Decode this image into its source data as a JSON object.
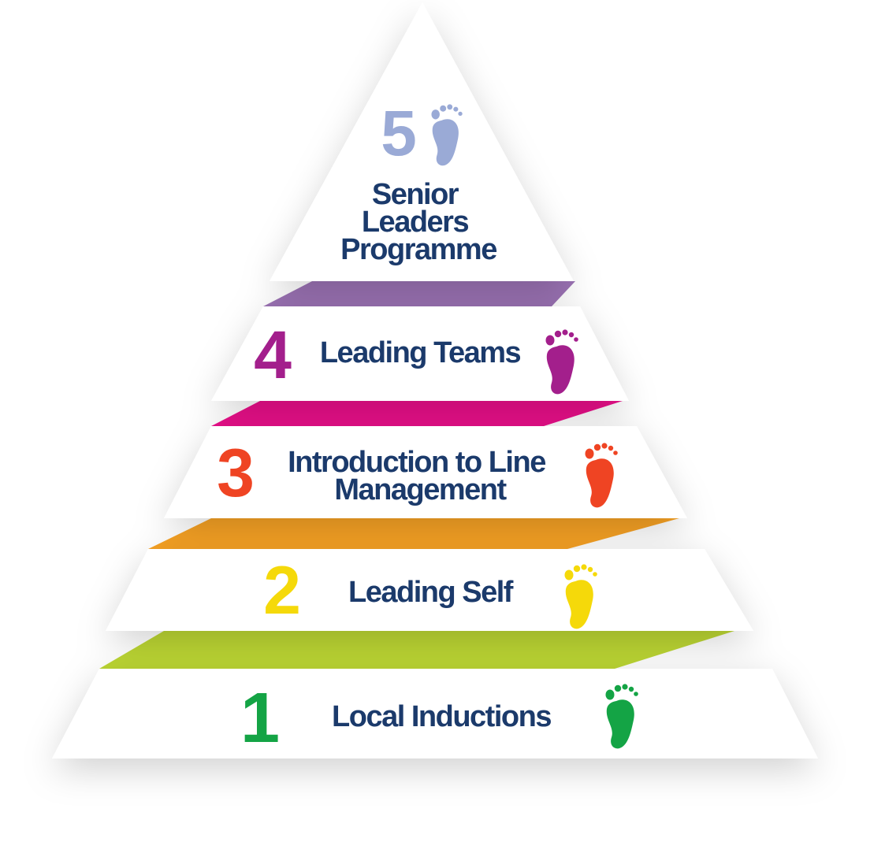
{
  "levels": [
    {
      "number": "5",
      "label_lines": [
        "Senior",
        "Leaders",
        "Programme"
      ],
      "color": "#9aaad6",
      "icon": "footprint-icon"
    },
    {
      "number": "4",
      "label_lines": [
        "Leading Teams"
      ],
      "color": "#a31f8c",
      "icon": "footprint-icon"
    },
    {
      "number": "3",
      "label_lines": [
        "Introduction to Line",
        "Management"
      ],
      "color": "#ef4423",
      "icon": "footprint-icon"
    },
    {
      "number": "2",
      "label_lines": [
        "Leading Self"
      ],
      "color": "#f5d90a",
      "icon": "footprint-icon"
    },
    {
      "number": "1",
      "label_lines": [
        "Local Inductions"
      ],
      "color": "#14a445",
      "icon": "footprint-icon"
    }
  ],
  "connector_colors": [
    "#9b72b4",
    "#ea0f8a",
    "#f7a224",
    "#bcd633"
  ],
  "text_color": "#1b3a6b"
}
